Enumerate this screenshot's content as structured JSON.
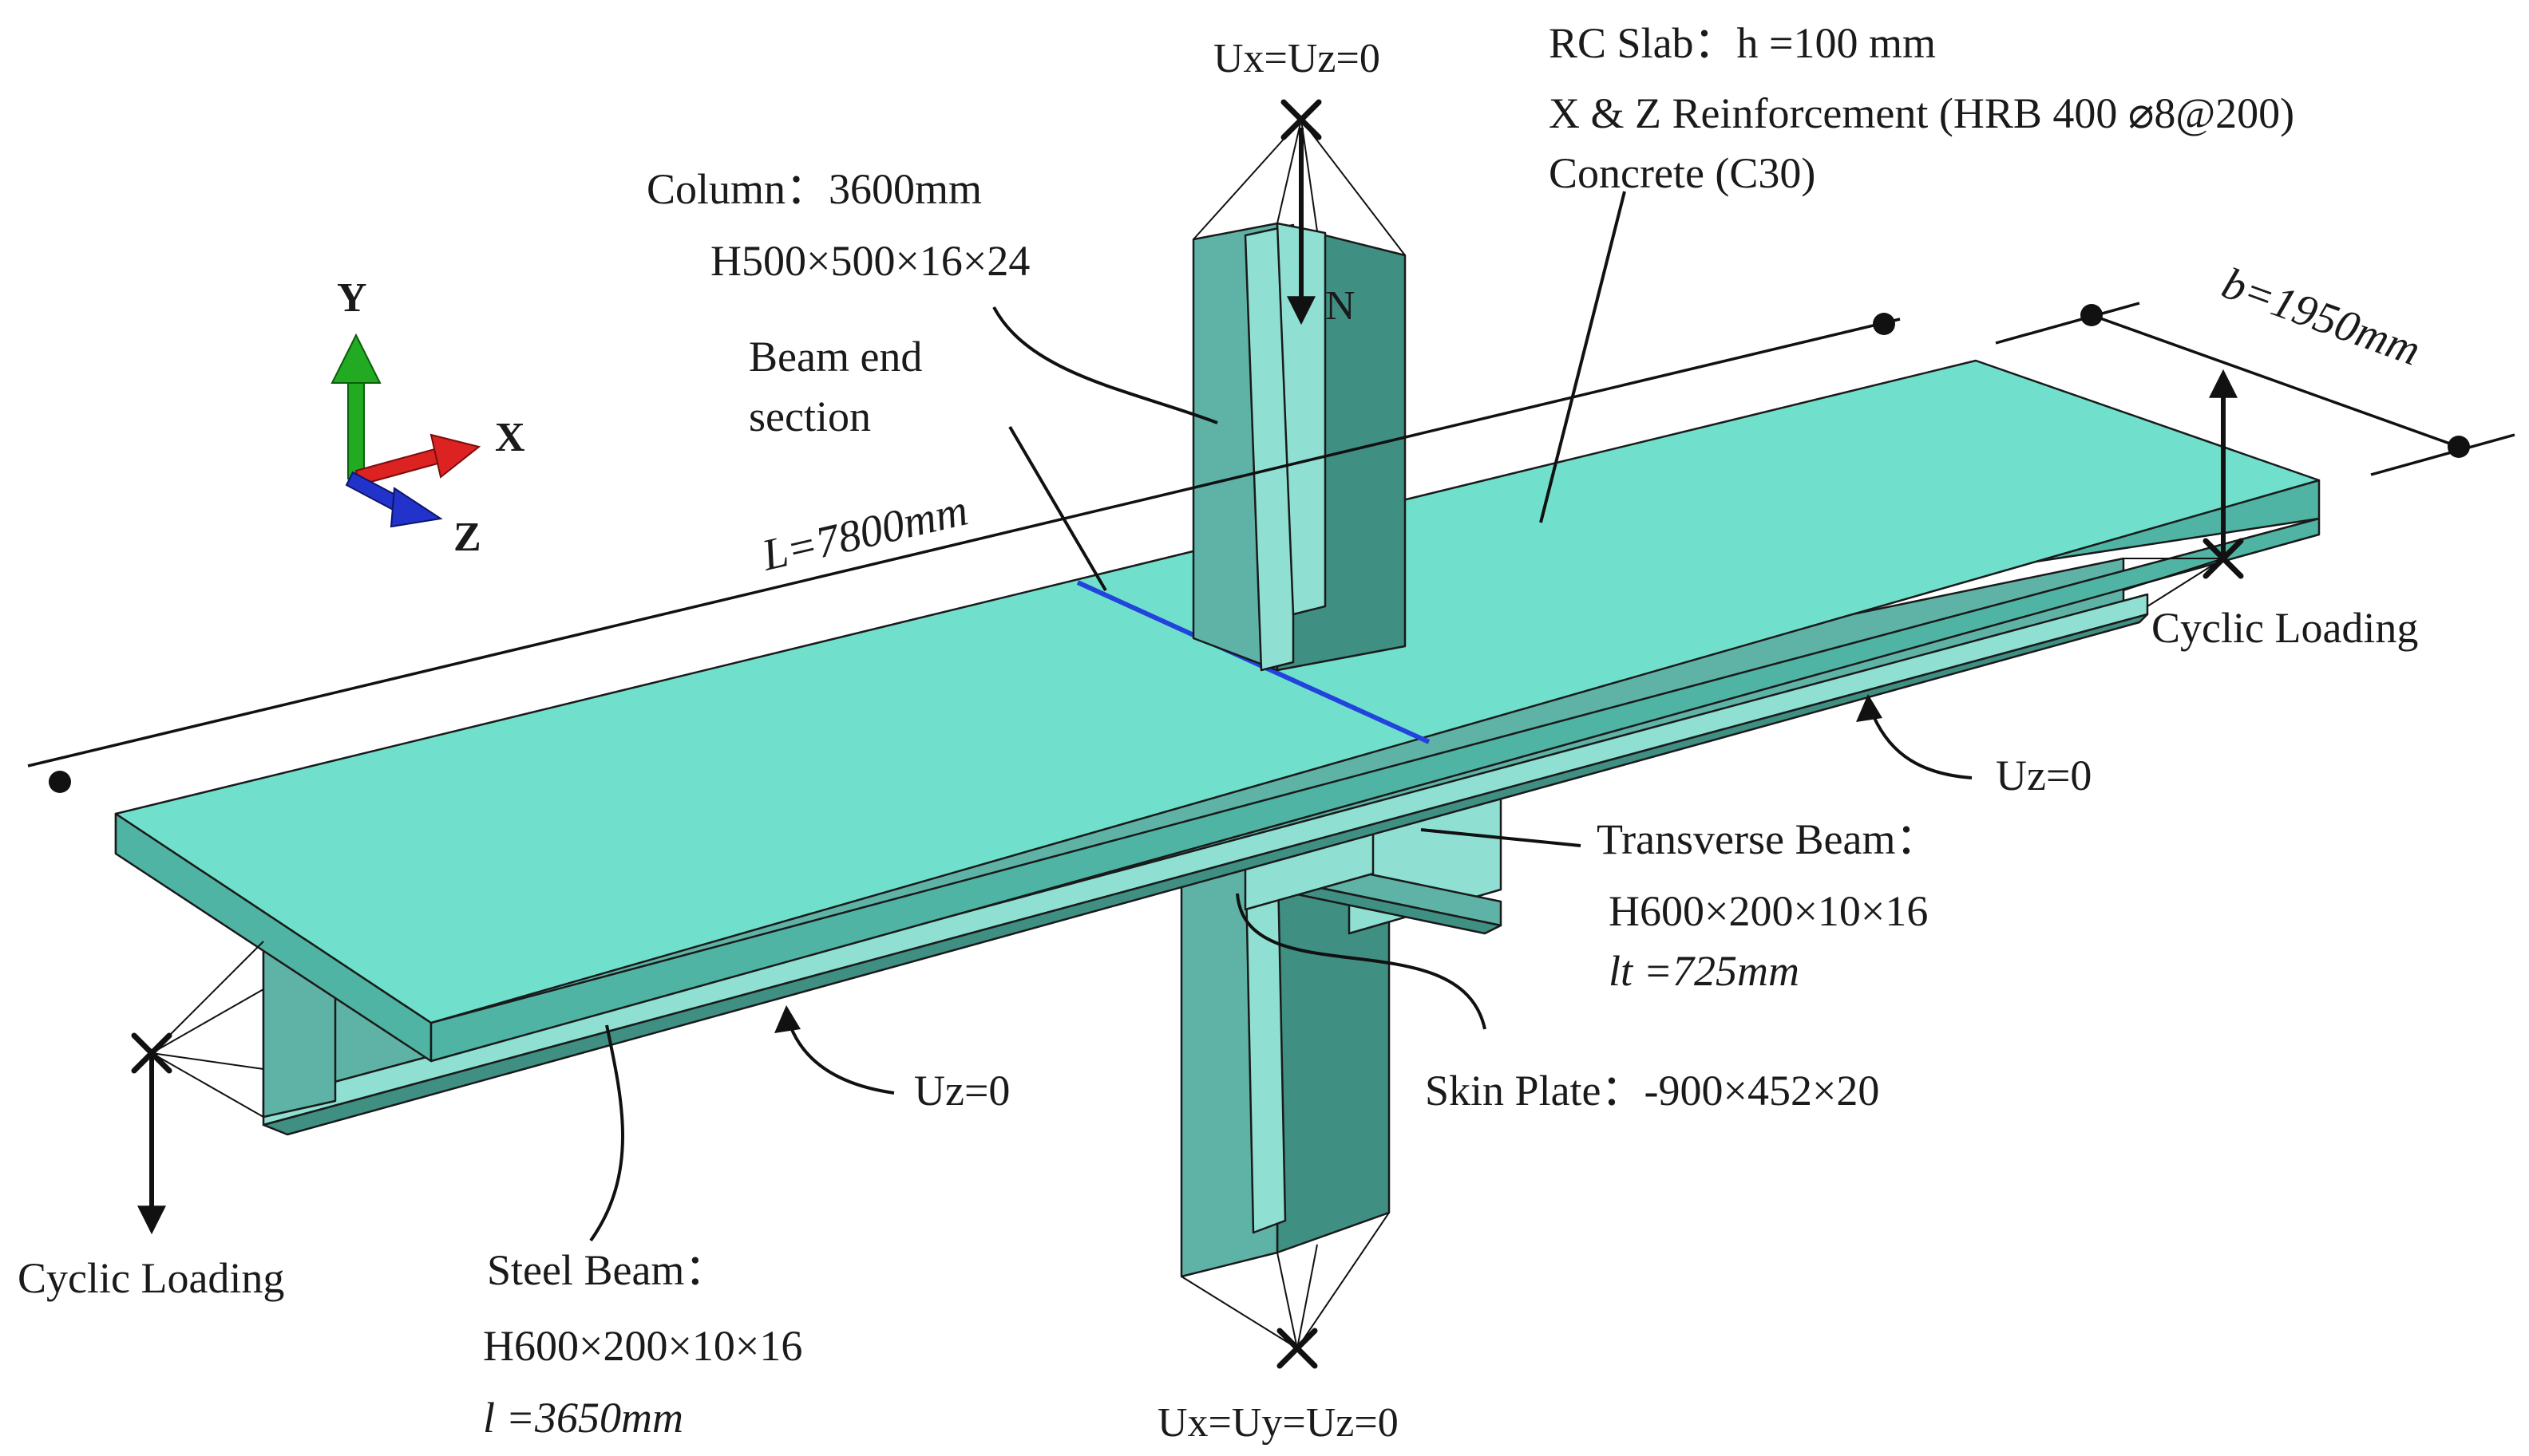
{
  "colors": {
    "slab": "#70e0cc",
    "steel": "#5fb3a6",
    "beam_end_line": "#2244dd",
    "axis_y": "#22aa22",
    "axis_x": "#dd2222",
    "axis_z": "#2233cc"
  },
  "axes": {
    "y": "Y",
    "x": "X",
    "z": "Z"
  },
  "labels": {
    "top_support": "Ux=Uz=0",
    "bottom_support": "Ux=Uy=Uz=0",
    "axial_load": "N",
    "column_name": "Column：3600mm",
    "column_section": "H500×500×16×24",
    "beam_end_line1": "Beam end",
    "beam_end_line2": "section",
    "span_length": "L=7800mm",
    "slab_width": "b=1950mm",
    "slab_title": "RC Slab：h =100 mm",
    "slab_reinf": "X & Z  Reinforcement (HRB 400  ⌀8@200)",
    "slab_concrete": "Concrete (C30)",
    "cyclic_right": "Cyclic Loading",
    "cyclic_left": "Cyclic Loading",
    "uz_right": "Uz=0",
    "uz_left": "Uz=0",
    "transverse_title": "Transverse Beam：",
    "transverse_section": "H600×200×10×16",
    "transverse_length": "lt =725mm",
    "skin_plate": "Skin Plate：-900×452×20",
    "steel_beam_title": "Steel Beam：",
    "steel_beam_section": "H600×200×10×16",
    "steel_beam_length": "l =3650mm"
  }
}
